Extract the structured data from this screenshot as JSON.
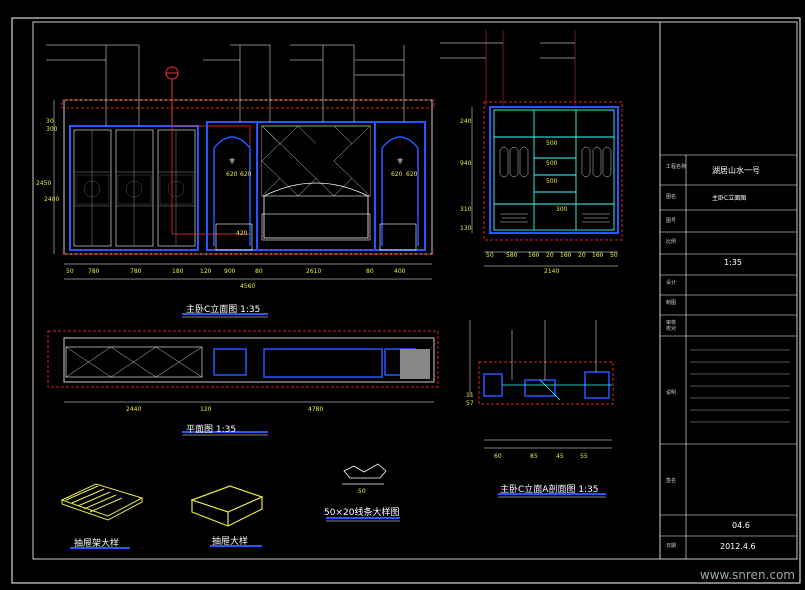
{
  "drawings": {
    "main_elevation_title": "主卧C立面图  1:35",
    "plan_title": "平面图  1:35",
    "wardrobe_section_title": "主卧C立面A剖面图  1:35",
    "molding_detail_title": "50×20线条大样图",
    "drawer_detail_1_title": "抽屉架大样",
    "drawer_detail_2_title": "抽屉大样"
  },
  "main_dims_top": [
    "30",
    "300",
    "2450",
    "2400"
  ],
  "main_dims_bottom": [
    "50",
    "780",
    "780",
    "180",
    "120",
    "900",
    "80",
    "2610",
    "80",
    "400"
  ],
  "main_dims_inner": [
    "620",
    "620",
    "620",
    "620",
    "420"
  ],
  "main_total": "4560",
  "wardrobe_dims_left": [
    "240",
    "940",
    "310",
    "130"
  ],
  "wardrobe_dims_bottom": [
    "50",
    "580",
    "160",
    "20",
    "160",
    "20",
    "160",
    "50"
  ],
  "wardrobe_total": "2140",
  "wardrobe_inner_dims": [
    "500",
    "500",
    "500",
    "300"
  ],
  "plan_dims_bottom": [
    "2440",
    "120",
    "4780"
  ],
  "section_dims_bottom": [
    "60",
    "85",
    "45",
    "55"
  ],
  "section_dims_left": [
    "11",
    "57"
  ],
  "molding_dim": "50",
  "title_block": {
    "project": "湖居山水一号",
    "drawing_name": "主卧C立面图",
    "scale_label": "比例",
    "scale": "1:35",
    "sheet_no": "04.6",
    "date": "2012.4.6",
    "labels": [
      "工程名称",
      "图名",
      "图号",
      "设计",
      "制图",
      "审核",
      "校对",
      "说明",
      "签名",
      "日期"
    ]
  },
  "watermark": "www.snren.com"
}
